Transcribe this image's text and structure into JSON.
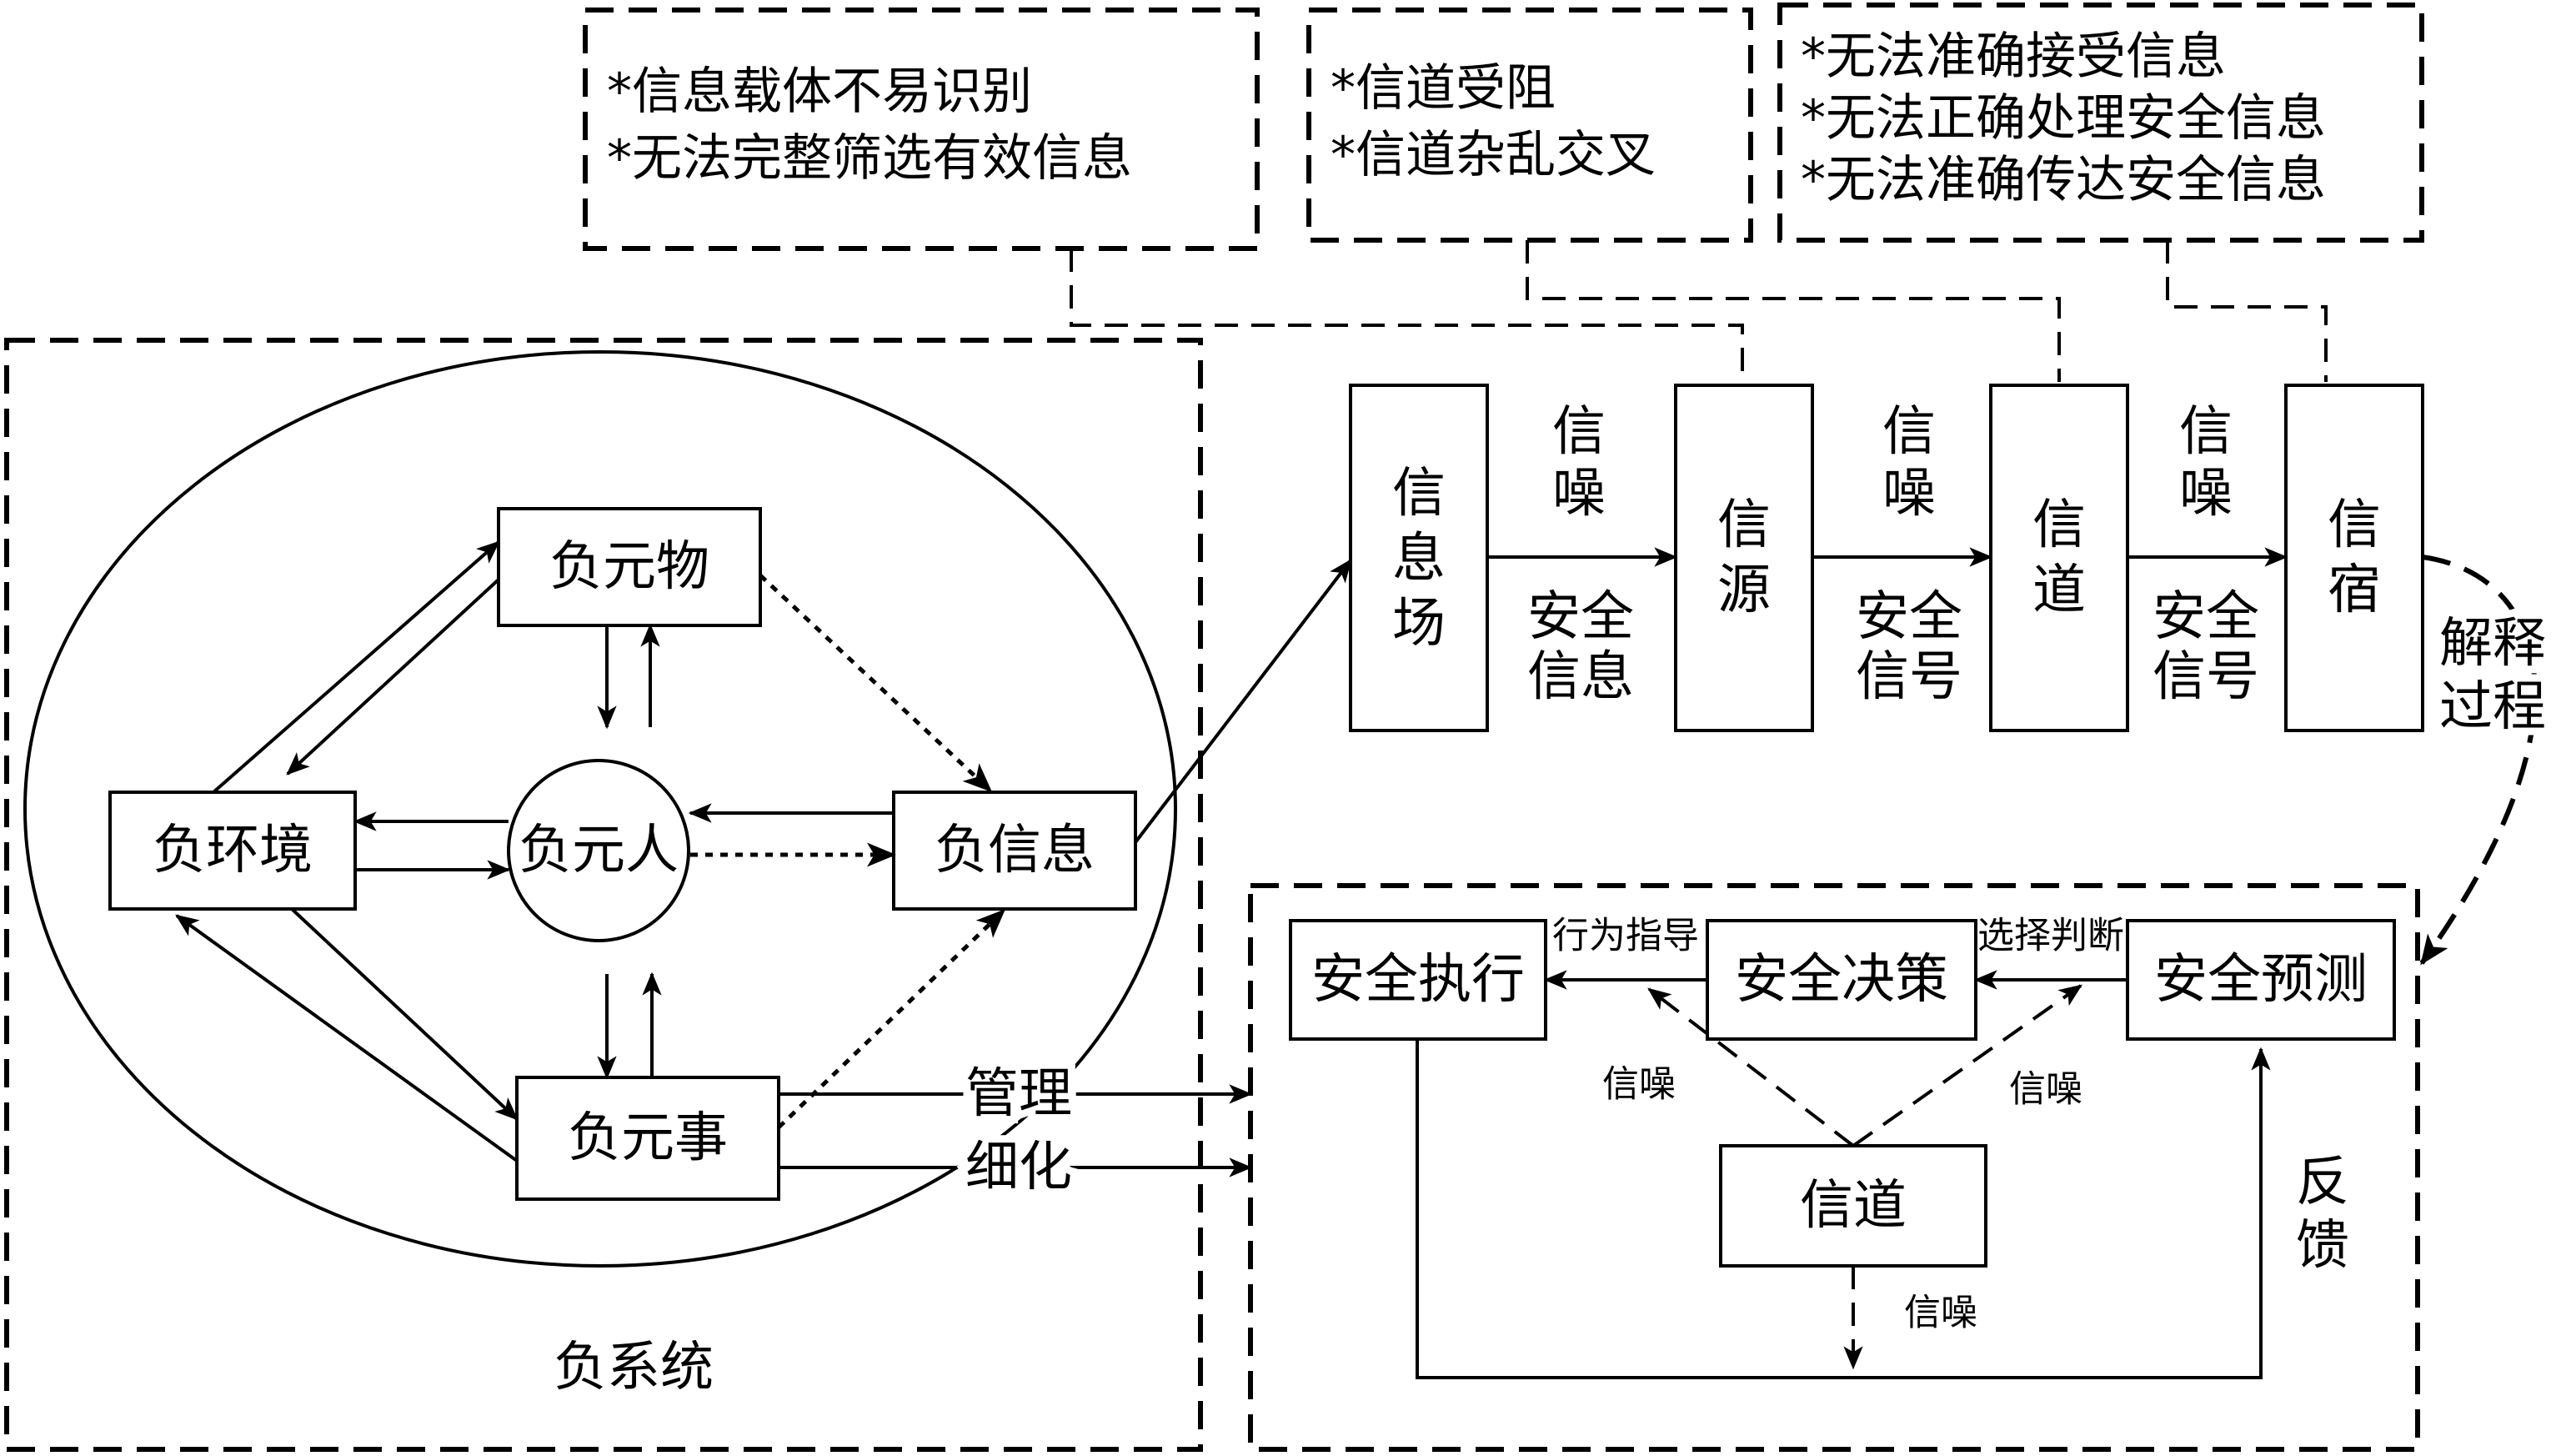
{
  "notes": {
    "note1": [
      "*信息载体不易识别",
      "*无法完整筛选有效信息"
    ],
    "note2": [
      "*信道受阻",
      "*信道杂乱交叉"
    ],
    "note3": [
      "*无法准确接受信息",
      "*无法正确处理安全信息",
      "*无法准确传达安全信息"
    ]
  },
  "negative_system": {
    "title": "负系统",
    "element_thing": "负元物",
    "environment": "负环境",
    "person": "负元人",
    "information": "负信息",
    "event": "负元事",
    "manage_1": "管理",
    "manage_2": "细化"
  },
  "flow": {
    "info_field": [
      "信",
      "息",
      "场"
    ],
    "source": [
      "信",
      "源"
    ],
    "channel": [
      "信",
      "道"
    ],
    "sink": [
      "信",
      "宿"
    ],
    "noise1": [
      "信",
      "噪"
    ],
    "label1": [
      "安全",
      "信息"
    ],
    "noise2": [
      "信",
      "噪"
    ],
    "label2": [
      "安全",
      "信号"
    ],
    "noise3": [
      "信",
      "噪"
    ],
    "label3": [
      "安全",
      "信号"
    ],
    "interpret": [
      "解释",
      "过程"
    ]
  },
  "process": {
    "execute": "安全执行",
    "decide": "安全决策",
    "predict": "安全预测",
    "behavior_guide": "行为指导",
    "select_judge": "选择判断",
    "channel": "信道",
    "noise_left": "信噪",
    "noise_right": "信噪",
    "noise_bottom": "信噪",
    "feedback": [
      "反",
      "馈"
    ]
  }
}
